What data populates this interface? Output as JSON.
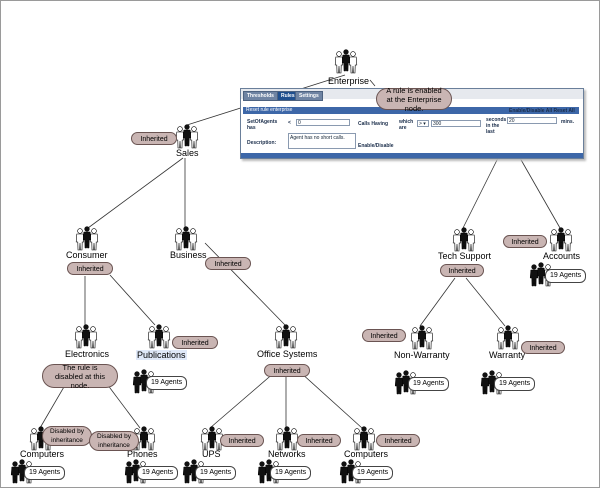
{
  "nodes": {
    "enterprise": "Enterprise",
    "sales": "Sales",
    "consumer": "Consumer",
    "business": "Business",
    "electronics": "Electronics",
    "publications": "Publications",
    "office_systems": "Office Systems",
    "computers_left": "Computers",
    "phones": "Phones",
    "ups": "UPS",
    "networks": "Networks",
    "computers_right": "Computers",
    "tech_support": "Tech Support",
    "accounts": "Accounts",
    "non_warranty": "Non-Warranty",
    "warranty": "Warranty"
  },
  "badges": {
    "inherited": "Inherited",
    "disabled_by_inheritance": "Disabled by inheritance",
    "agents_count": "19 Agents"
  },
  "callouts": {
    "enabled_at_enterprise": "A rule is enabled at the Enterprise node.",
    "disabled_at_node": "The rule is disabled at this node."
  },
  "panel": {
    "tabs": [
      "Thresholds",
      "Rules",
      "Settings"
    ],
    "active_tab": "Rules",
    "header": "Reset rule enterprise",
    "header_right": "Enable/Disable All  Reset All",
    "agents_label": "SetOfAgents has",
    "agents_op": "<",
    "agents_value": "0",
    "calls_label": "Calls Having",
    "which_label": "which are",
    "which_op": "> ▾",
    "which_value": "300",
    "seconds_label": "seconds in the last",
    "mins_value": "20",
    "mins_label": "mins.",
    "description_label": "Description:",
    "description_value": "Agent has no short calls.",
    "enable_label": "Enable/Disable"
  }
}
